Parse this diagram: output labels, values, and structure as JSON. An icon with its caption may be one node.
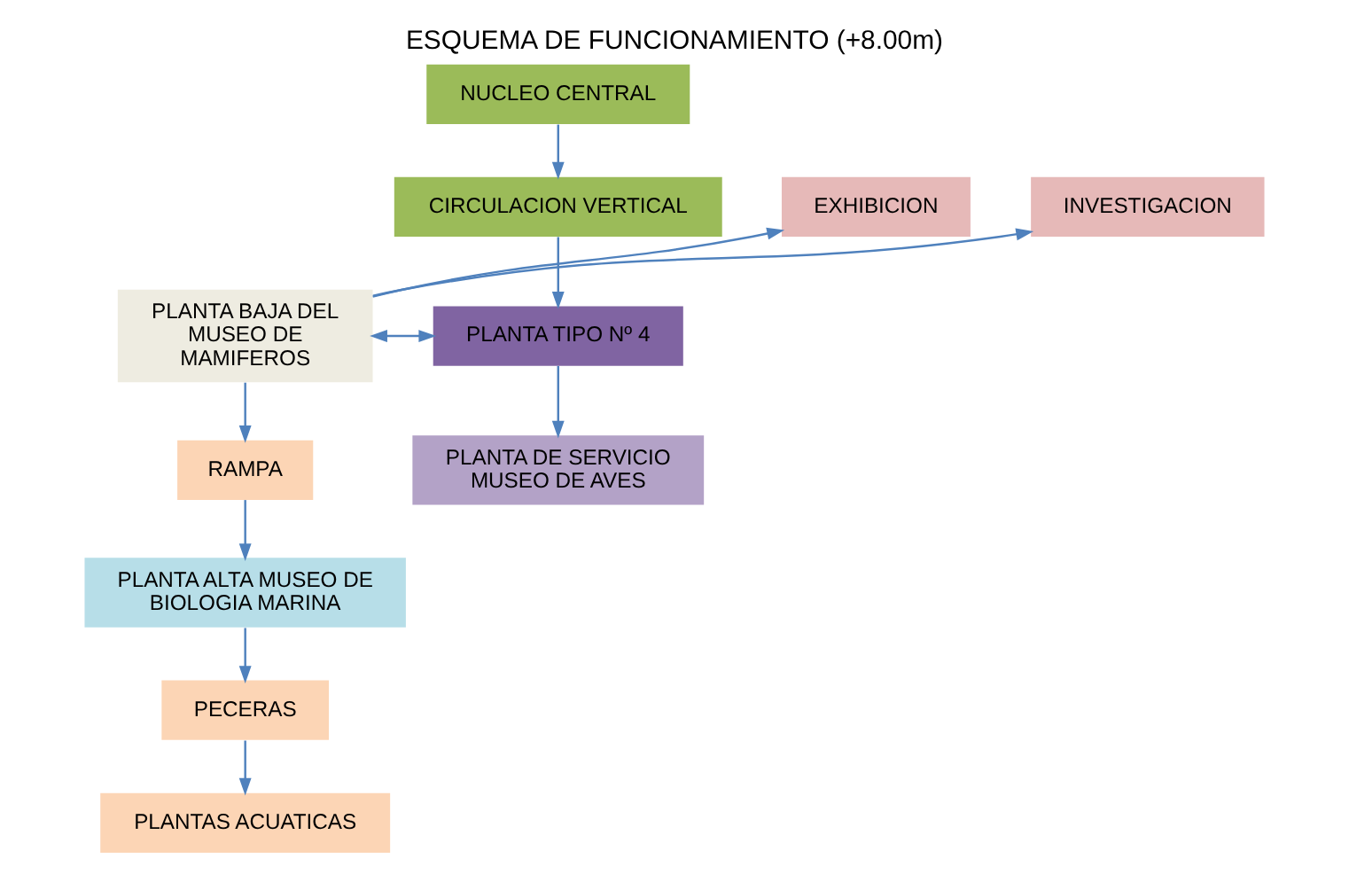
{
  "diagram": {
    "title": "ESQUEMA DE FUNCIONAMIENTO (+8.00m)",
    "nodes": [
      {
        "text": [
          "NUCLEO CENTRAL"
        ]
      },
      {
        "text": [
          "EXHIBICION"
        ]
      },
      {
        "text": [
          "INVESTIGACION"
        ]
      },
      {
        "text": [
          "CIRCULACION VERTICAL"
        ]
      },
      {
        "text": [
          "PLANTA BAJA DEL MUSEO DE MAMIFEROS"
        ]
      },
      {
        "text": [
          "PLANTA TIPO Nº 4"
        ]
      },
      {
        "text": [
          "PLANTA DE SERVICIO MUSEO DE AVES"
        ]
      },
      {
        "text": [
          "RAMPA"
        ]
      },
      {
        "text": [
          "PLANTA ALTA MUSEO DE BIOLOGIA MARINA"
        ]
      },
      {
        "text": [
          "PECERAS"
        ]
      },
      {
        "text": [
          "PLANTAS ACUATICAS"
        ]
      }
    ],
    "edges": [
      {
        "from": 0,
        "to": 3,
        "arrow": "to"
      },
      {
        "from": 3,
        "to": 5,
        "arrow": "to"
      },
      {
        "from": 4,
        "to": 1,
        "arrow": "to"
      },
      {
        "from": 4,
        "to": 2,
        "arrow": "to"
      },
      {
        "from": 4,
        "to": 5,
        "arrow": "both"
      },
      {
        "from": 5,
        "to": 6,
        "arrow": "to"
      },
      {
        "from": 4,
        "to": 7,
        "arrow": "to"
      },
      {
        "from": 7,
        "to": 8,
        "arrow": "to"
      },
      {
        "from": 8,
        "to": 9,
        "arrow": "to"
      },
      {
        "from": 9,
        "to": 10,
        "arrow": "to"
      }
    ]
  }
}
